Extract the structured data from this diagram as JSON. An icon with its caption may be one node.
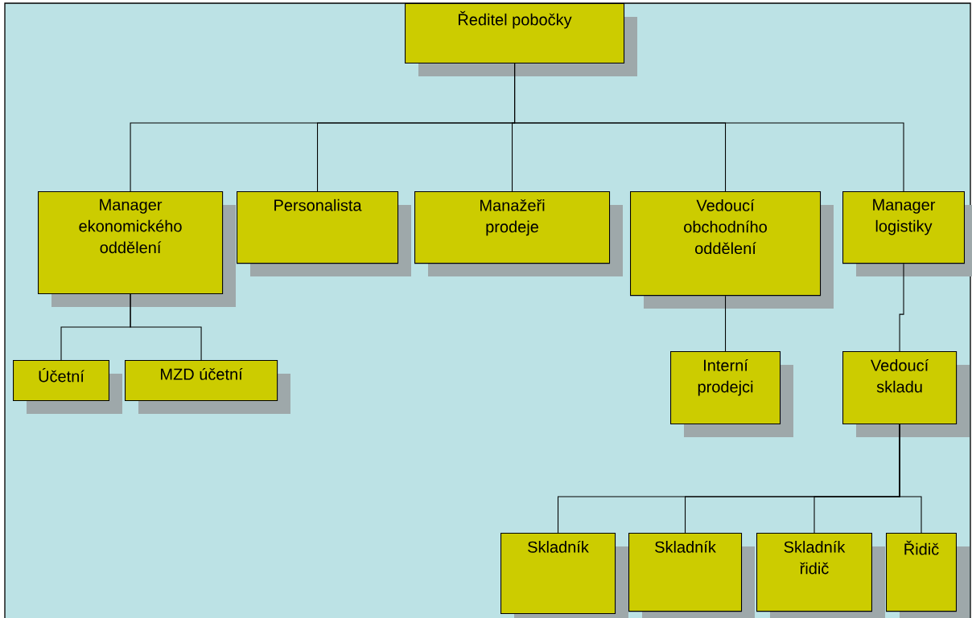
{
  "diagram": {
    "nodes": [
      {
        "text": [
          "Ředitel pobočky"
        ]
      },
      {
        "text": [
          "Manager ekonomického oddělení"
        ]
      },
      {
        "text": [
          "Personalista"
        ]
      },
      {
        "text": [
          "Manažeři prodeje"
        ]
      },
      {
        "text": [
          "Vedoucí obchodního oddělení"
        ]
      },
      {
        "text": [
          "Manager logistiky"
        ]
      },
      {
        "text": [
          "Účetní"
        ]
      },
      {
        "text": [
          "MZD účetní"
        ]
      },
      {
        "text": [
          "Interní prodejci"
        ]
      },
      {
        "text": [
          "Vedoucí skladu"
        ]
      },
      {
        "text": [
          "Skladník"
        ]
      },
      {
        "text": [
          "Skladník"
        ]
      },
      {
        "text": [
          "Skladník řidič"
        ]
      },
      {
        "text": [
          "Řidič"
        ]
      }
    ],
    "edges": [
      {
        "from": 0,
        "to": 1,
        "arrow": "none"
      },
      {
        "from": 0,
        "to": 2,
        "arrow": "none"
      },
      {
        "from": 0,
        "to": 3,
        "arrow": "none"
      },
      {
        "from": 0,
        "to": 4,
        "arrow": "none"
      },
      {
        "from": 0,
        "to": 5,
        "arrow": "none"
      },
      {
        "from": 1,
        "to": 6,
        "arrow": "none"
      },
      {
        "from": 1,
        "to": 7,
        "arrow": "none"
      },
      {
        "from": 4,
        "to": 8,
        "arrow": "none"
      },
      {
        "from": 5,
        "to": 9,
        "arrow": "none"
      },
      {
        "from": 9,
        "to": 10,
        "arrow": "none"
      },
      {
        "from": 9,
        "to": 11,
        "arrow": "none"
      },
      {
        "from": 9,
        "to": 12,
        "arrow": "none"
      },
      {
        "from": 9,
        "to": 13,
        "arrow": "none"
      }
    ]
  }
}
